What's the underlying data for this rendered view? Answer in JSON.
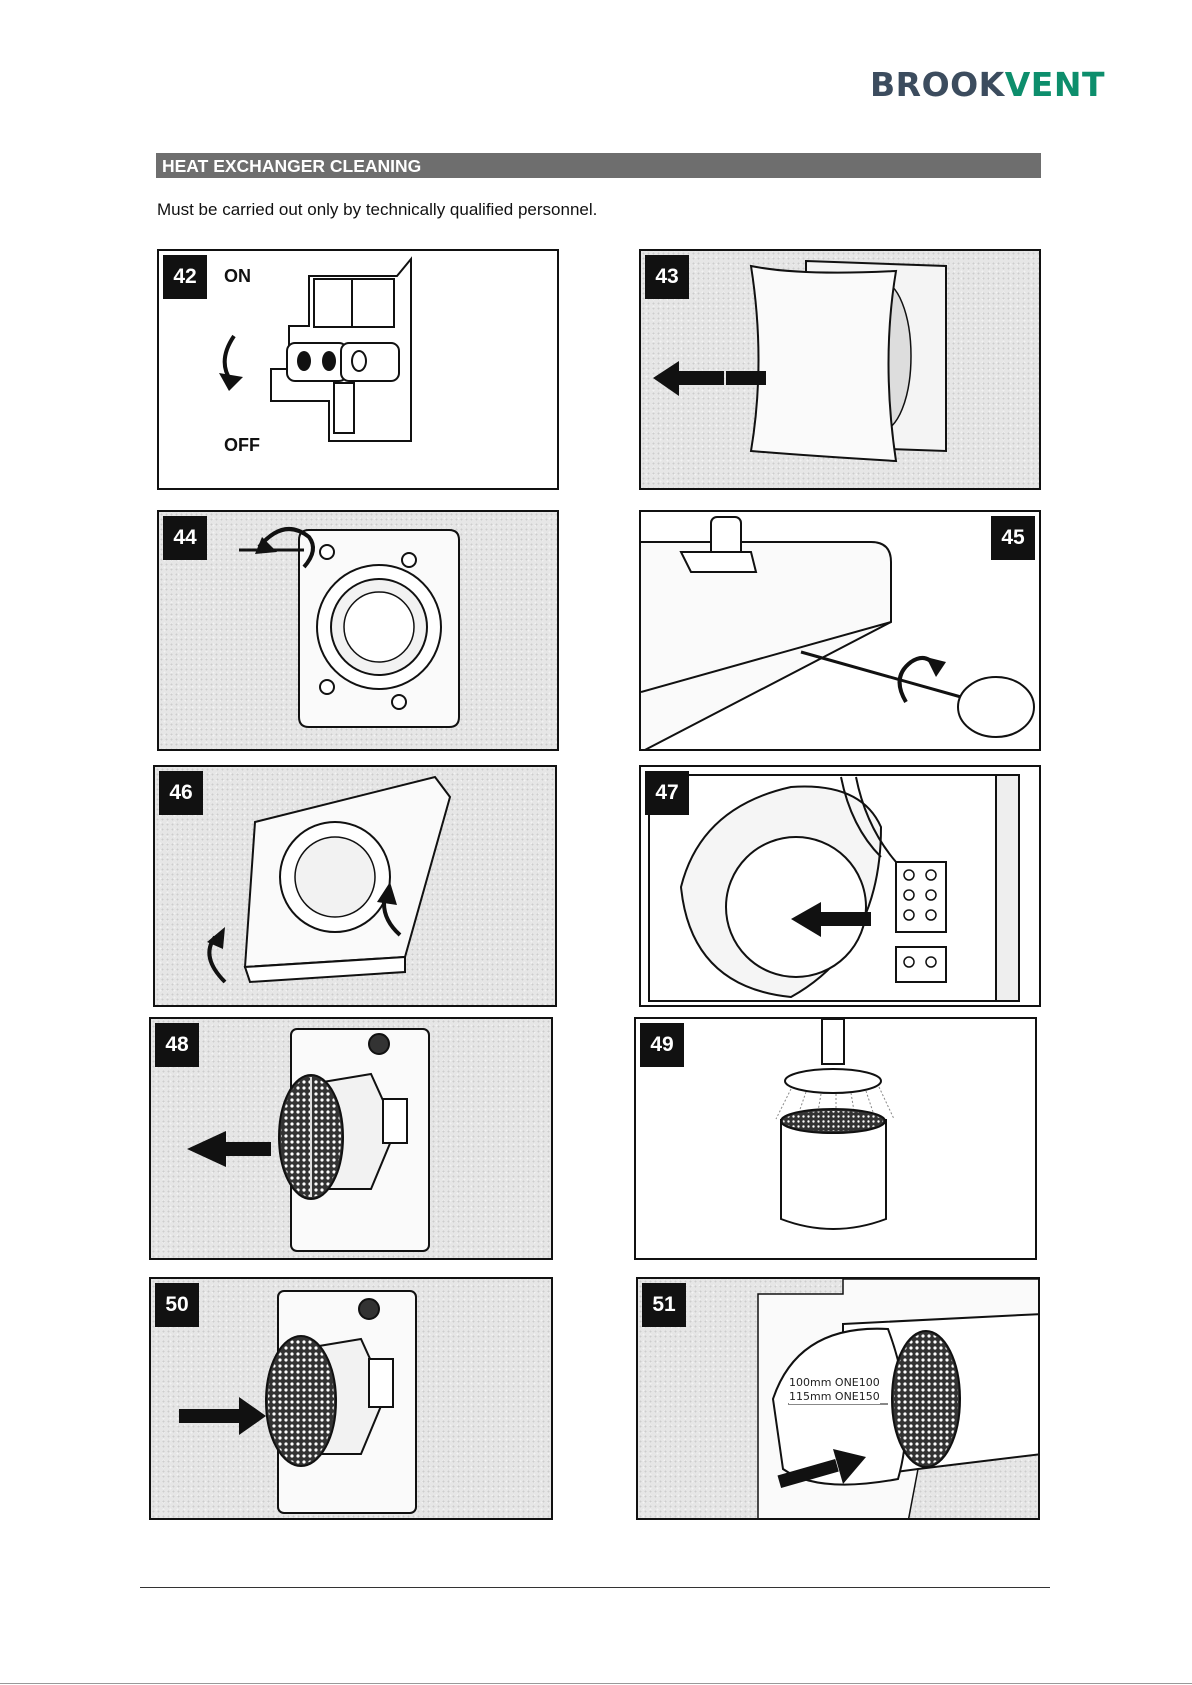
{
  "brand": {
    "part1": "BROOK",
    "part2": "VENT",
    "color_dark": "#3c4c5e",
    "color_green": "#0d8e6c"
  },
  "section": {
    "title": "HEAT EXCHANGER CLEANING",
    "bar_color": "#6e6e6e"
  },
  "intro": "Must be carried out only by technically qualified personnel.",
  "steps": [
    {
      "number": "42",
      "on_label": "ON",
      "off_label": "OFF"
    },
    {
      "number": "43"
    },
    {
      "number": "44"
    },
    {
      "number": "45"
    },
    {
      "number": "46"
    },
    {
      "number": "47"
    },
    {
      "number": "48"
    },
    {
      "number": "49"
    },
    {
      "number": "50"
    },
    {
      "number": "51",
      "dim_line1": "100mm ONE100",
      "dim_line2": "115mm ONE150"
    }
  ]
}
